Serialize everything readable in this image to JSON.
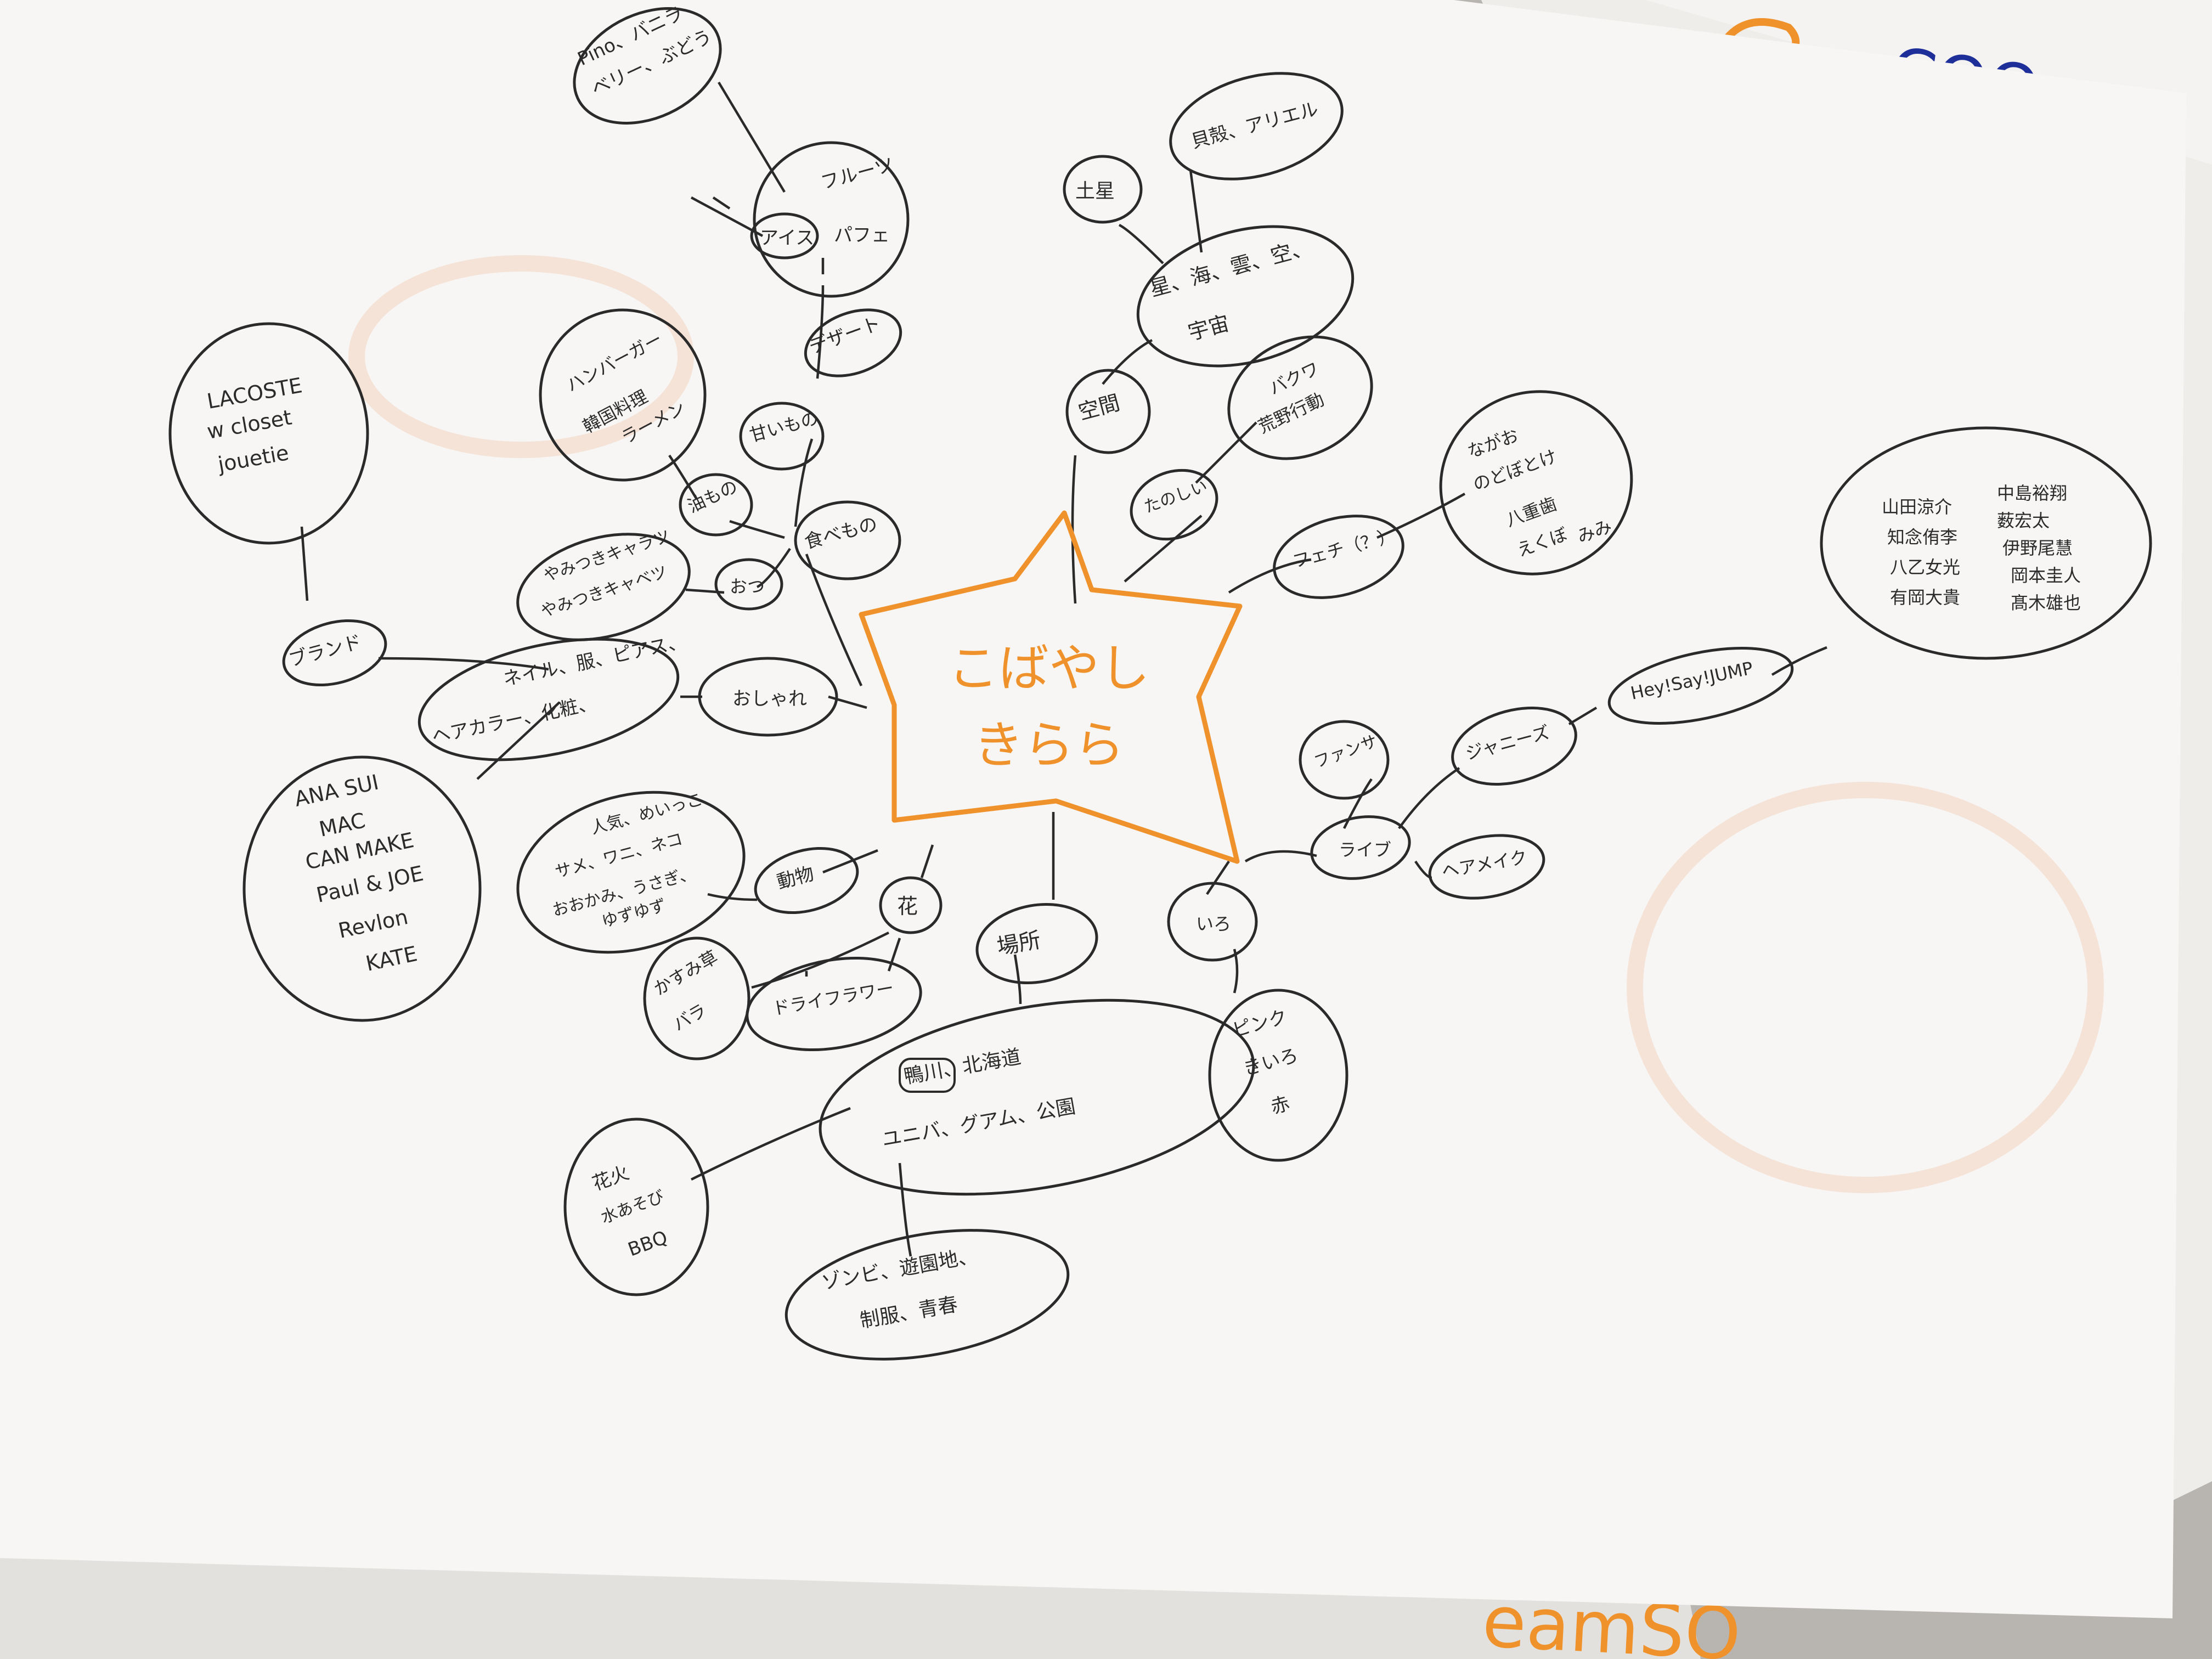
{
  "center": {
    "line1": "こばやし",
    "line2": "きらら",
    "color": "#f0922b"
  },
  "nodes": {
    "pino": [
      "Pino、バニラ",
      "ベリー、ぶどう"
    ],
    "ice": "アイス",
    "fruits": [
      "フルーツ",
      "パフェ"
    ],
    "dessert": "デザート",
    "sweets": "甘いもの",
    "oily_list": [
      "ハンバーガー",
      "韓国料理",
      "ラーメン"
    ],
    "oily": "油もの",
    "food": "食べもの",
    "yakisoba": [
      "やみつきキャラツ",
      "やみつきキャベツ"
    ],
    "snack": "おつ",
    "lacoste": [
      "LACOSTE",
      "w closet",
      "jouetie"
    ],
    "brand": "ブランド",
    "fashion_row1": "ネイル、服、ピアス、",
    "fashion_row2": "ヘアカラー、化粧、",
    "oshare": "おしゃれ",
    "cosme": [
      "ANA SUI",
      "MAC",
      "CAN MAKE",
      "Paul & JOE",
      "Revlon",
      "KATE"
    ],
    "animal_list": [
      "人気、めいっこ",
      "サメ、ワニ、ネコ",
      "おおかみ、うさぎ、",
      "ゆずゆず"
    ],
    "animal": "動物",
    "flower": "花",
    "flower_list": [
      "かすみ草",
      "バラ"
    ],
    "dried": "ドライフラワー",
    "place": "場所",
    "place_list": [
      "鴨川、北海道",
      "ユニバ、グアム、公園"
    ],
    "summer": [
      "花火",
      "水あそび",
      "BBQ"
    ],
    "zombie": [
      "ゾンビ、遊園地、",
      "制服、青春"
    ],
    "saturn": "土星",
    "shells": "貝殻、アリエル",
    "space_list": [
      "星、海、雲、空、",
      "宇宙"
    ],
    "space": "空間",
    "baku": [
      "バクワ",
      "荒野行動"
    ],
    "tanoshii": "たのしい",
    "fetish": "フェチ（？）",
    "fetish_list": [
      "ながお",
      "のどぼとけ",
      "八重歯",
      "えくぼ",
      "みみ"
    ],
    "members": [
      "山田涼介",
      "中島裕翔",
      "知念侑李",
      "薮宏太",
      "八乙女光",
      "伊野尾慧",
      "有岡大貴",
      "岡本圭人",
      "",
      "髙木雄也"
    ],
    "hsj": "Hey!Say!JUMP",
    "johnnys": "ジャニーズ",
    "fansa": "ファンサ",
    "live": "ライブ",
    "hairmake": "ヘアメイク",
    "iro": "いろ",
    "colors": [
      "ピンク",
      "きいろ",
      "赤"
    ]
  },
  "background_papers": {
    "corner_text": "COO-",
    "bottom_text": "eamSO"
  }
}
